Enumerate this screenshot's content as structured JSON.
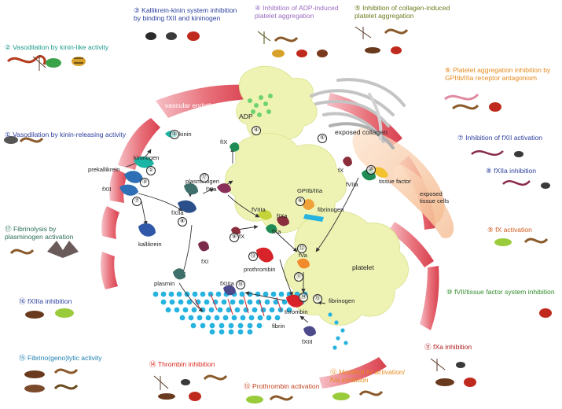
{
  "captions": {
    "c1": "① Vasodilation by kinin-releasing activity",
    "c2": "② Vasodilation by kinin-like activity",
    "c3": [
      "③ Kallikrein-kinin system inhibition",
      "by binding fXII and kininogen"
    ],
    "c4": [
      "④ Inhibition of ADP-induced",
      "platelet aggregation"
    ],
    "c5": [
      "⑤ Inhibition of collagen-induced",
      "platelet aggregation"
    ],
    "c6": [
      "⑥ Platelet aggregation inhibition by",
      "GPIIb/IIIa receptor antagonism"
    ],
    "c7": "⑦ Inhibition of fXII activation",
    "c8": "⑧ fXIIa inhibition",
    "c9": "⑨ fX activation",
    "c10": "⑩ fVII/tissue factor system inhibition",
    "c11": "⑪ fXa inhibition",
    "c12": [
      "⑫ Modified fV activation/",
      "fVa inhibition"
    ],
    "c13": "⑬ Prothrombin activation",
    "c14": "⑭ Thrombin inhibition",
    "c15": "⑮ Fibrino(geno)lytic activity",
    "c16": "⑯ fXIIIa inhibition",
    "c17": [
      "⑰ Fibrinolysis by",
      "plasminogen activation"
    ]
  },
  "labels": {
    "vascular_endothelium": "vascular endothelium",
    "adp": "ADP",
    "exposed_collagen": "exposed collagen",
    "kinin": "kinin",
    "kininogen": "kininogen",
    "prekallikrein": "prekallikrein",
    "fxii": "fXII",
    "kallikrein": "kallikrein",
    "plasminogen": "plasminogen",
    "fxiia": "fXIIa",
    "fxi": "fXI",
    "fxia": "fXIa",
    "fix": "fIX",
    "fx_top": "fX",
    "fviia": "fVIIa",
    "tissue_factor": "tissue factor",
    "exposed_tissue_cells": [
      "exposed",
      "tissue cells"
    ],
    "gpiib_iiia": "GPIIb/IIIa",
    "fibrinogen_top": "fibrinogen",
    "fviiia": "fVIIIa",
    "fixa": "fIXa",
    "fxa": "fXa",
    "fx_mid": "fX",
    "fva": "fVa",
    "prothrombin": "prothrombin",
    "platelet": "platelet",
    "plasmin": "plasmin",
    "fxiiia": "fXIIIa",
    "thrombin": "thrombin",
    "fibrin": "fibrin",
    "fxiii": "fXIII",
    "fibrinogen_bottom": "fibrinogen"
  },
  "markers": [
    "①",
    "②",
    "③",
    "④",
    "⑤",
    "⑥",
    "⑦",
    "⑧",
    "⑨",
    "⑩",
    "⑪",
    "⑫",
    "⑬",
    "⑭",
    "⑮",
    "⑯",
    "⑰"
  ],
  "colors": {
    "platelet": "#eef3b4",
    "endothelium": "#e8707a",
    "collagen": "#bdbdbd",
    "tissue": "#f7c79b",
    "fibrin": "#26b3e0",
    "fxii": "#2f6fb5",
    "thrombin": "#d8232a",
    "kininogen": "#1ab5a5",
    "fx": "#8a2e3c"
  }
}
